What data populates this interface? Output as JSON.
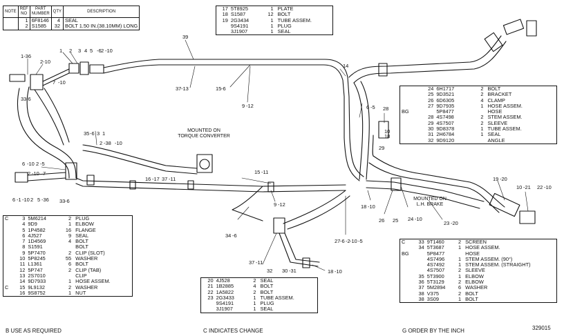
{
  "header_table": {
    "columns": [
      "NOTE",
      "REF NO",
      "PART NUMBER",
      "QTY",
      "DESCRIPTION"
    ],
    "rows": [
      {
        "note": "",
        "ref": "1",
        "part": "6F8146",
        "qty": "4",
        "desc": "SEAL"
      },
      {
        "note": "",
        "ref": "2",
        "part": "S1585",
        "qty": "32",
        "desc": "BOLT 1.50 IN.(38.10MM) LONG"
      }
    ]
  },
  "table_top_mid": [
    {
      "ref": "17",
      "part": "5T8925",
      "qty": "1",
      "desc": "PLATE"
    },
    {
      "ref": "18",
      "part": "S1587",
      "qty": "12",
      "desc": "BOLT"
    },
    {
      "ref": "19",
      "part": "2G3434",
      "qty": "1",
      "desc": "TUBE ASSEM."
    },
    {
      "ref": "",
      "part": "9S4191",
      "qty": "1",
      "desc": "PLUG"
    },
    {
      "ref": "",
      "part": "3J1907",
      "qty": "1",
      "desc": "SEAL"
    }
  ],
  "table_right_mid": [
    {
      "note": "",
      "ref": "24",
      "part": "6H1717",
      "qty": "2",
      "desc": "BOLT"
    },
    {
      "note": "",
      "ref": "25",
      "part": "9D3521",
      "qty": "2",
      "desc": "BRACKET"
    },
    {
      "note": "",
      "ref": "26",
      "part": "6D6305",
      "qty": "4",
      "desc": "CLAMP"
    },
    {
      "note": "",
      "ref": "27",
      "part": "9D7935",
      "qty": "1",
      "desc": "HOSE ASSEM."
    },
    {
      "note": "BG",
      "ref": "",
      "part": "5P8477",
      "qty": "",
      "desc": "HOSE"
    },
    {
      "note": "",
      "ref": "28",
      "part": "4S7498",
      "qty": "2",
      "desc": "STEM ASSEM."
    },
    {
      "note": "",
      "ref": "29",
      "part": "4S7507",
      "qty": "2",
      "desc": "SLEEVE"
    },
    {
      "note": "",
      "ref": "30",
      "part": "9D8378",
      "qty": "1",
      "desc": "TUBE ASSEM."
    },
    {
      "note": "",
      "ref": "31",
      "part": "2H6784",
      "qty": "1",
      "desc": "SEAL"
    },
    {
      "note": "",
      "ref": "32",
      "part": "9D9120",
      "qty": "",
      "desc": "ANGLE"
    }
  ],
  "table_left_bottom": [
    {
      "note": "C",
      "ref": "3",
      "part": "5M6214",
      "qty": "2",
      "desc": "PLUG"
    },
    {
      "note": "",
      "ref": "4",
      "part": "9D9",
      "qty": "1",
      "desc": "ELBOW"
    },
    {
      "note": "",
      "ref": "5",
      "part": "1P4582",
      "qty": "16",
      "desc": "FLANGE"
    },
    {
      "note": "",
      "ref": "6",
      "part": "4J527",
      "qty": "9",
      "desc": "SEAL"
    },
    {
      "note": "",
      "ref": "7",
      "part": "1D4569",
      "qty": "4",
      "desc": "BOLT"
    },
    {
      "note": "",
      "ref": "8",
      "part": "S1591",
      "qty": "",
      "desc": "BOLT"
    },
    {
      "note": "",
      "ref": "9",
      "part": "5P7470",
      "qty": "2",
      "desc": "CLIP (SLOT)"
    },
    {
      "note": "",
      "ref": "10",
      "part": "5P8245",
      "qty": "55",
      "desc": "WASHER"
    },
    {
      "note": "",
      "ref": "11",
      "part": "L1361",
      "qty": "6",
      "desc": "BOLT"
    },
    {
      "note": "",
      "ref": "12",
      "part": "5P747",
      "qty": "2",
      "desc": "CLIP (TAB)"
    },
    {
      "note": "",
      "ref": "13",
      "part": "2S7010",
      "qty": "",
      "desc": "CLIP"
    },
    {
      "note": "",
      "ref": "14",
      "part": "9D7933",
      "qty": "1",
      "desc": "HOSE ASSEM."
    },
    {
      "note": "C",
      "ref": "15",
      "part": "9L9132",
      "qty": "2",
      "desc": "WASHER"
    },
    {
      "note": "",
      "ref": "16",
      "part": "9S8752",
      "qty": "1",
      "desc": "NUT"
    }
  ],
  "table_bottom_mid": [
    {
      "ref": "20",
      "part": "4J528",
      "qty": "2",
      "desc": "SEAL"
    },
    {
      "ref": "21",
      "part": "1B2885",
      "qty": "4",
      "desc": "BOLT"
    },
    {
      "ref": "22",
      "part": "1A5822",
      "qty": "2",
      "desc": "BOLT"
    },
    {
      "ref": "23",
      "part": "2G3433",
      "qty": "1",
      "desc": "TUBE ASSEM."
    },
    {
      "ref": "",
      "part": "9S4191",
      "qty": "1",
      "desc": "PLUG"
    },
    {
      "ref": "",
      "part": "3J1907",
      "qty": "1",
      "desc": "SEAL"
    }
  ],
  "table_right_bottom": [
    {
      "note": "C",
      "ref": "33",
      "part": "9T1460",
      "qty": "2",
      "desc": "SCREEN"
    },
    {
      "note": "",
      "ref": "34",
      "part": "5T3687",
      "qty": "1",
      "desc": "HOSE ASSEM."
    },
    {
      "note": "BG",
      "ref": "",
      "part": "5P8477",
      "qty": "",
      "desc": "HOSE"
    },
    {
      "note": "",
      "ref": "",
      "part": "4S7496",
      "qty": "1",
      "desc": "STEM ASSEM. (90°)"
    },
    {
      "note": "",
      "ref": "",
      "part": "4S7492",
      "qty": "1",
      "desc": "STEM ASSEM. (STRAIGHT)"
    },
    {
      "note": "",
      "ref": "",
      "part": "4S7507",
      "qty": "2",
      "desc": "SLEEVE"
    },
    {
      "note": "",
      "ref": "35",
      "part": "5T3900",
      "qty": "1",
      "desc": "ELBOW"
    },
    {
      "note": "",
      "ref": "36",
      "part": "5T3129",
      "qty": "2",
      "desc": "ELBOW"
    },
    {
      "note": "",
      "ref": "37",
      "part": "5M2894",
      "qty": "6",
      "desc": "WASHER"
    },
    {
      "note": "",
      "ref": "38",
      "part": "V375",
      "qty": "2",
      "desc": "BOLT"
    },
    {
      "note": "",
      "ref": "38",
      "part": "3S09",
      "qty": "1",
      "desc": "BOLT"
    }
  ],
  "notes": {
    "mounted_converter": [
      "MOUNTED ON",
      "TORQUE CONVERTER"
    ],
    "mounted_brake": [
      "MOUNTED ON",
      "L.H. BRAKE"
    ]
  },
  "footer": {
    "b_note": "B   USE AS REQUIRED",
    "c_note": "C   INDICATES CHANGE",
    "g_note": "G   ORDER BY THE INCH",
    "fig_number": "329015"
  },
  "callouts": [
    "1-36",
    "2-10",
    "1",
    "2",
    "3",
    "4",
    "5",
    "-6",
    "2",
    "-10",
    "7",
    "-10",
    "33",
    "-6",
    "39",
    "37",
    "-13",
    "15",
    "-6",
    "9",
    "-12",
    "14",
    "6",
    "-5",
    "28",
    "10",
    "18",
    "29",
    "35",
    "-6",
    "3",
    "1",
    "2",
    "-38",
    "-10",
    "6",
    "-10",
    "2",
    "-5",
    "2",
    "-10",
    "7",
    "6",
    "-1",
    "-10",
    "2",
    "5",
    "-36",
    "33",
    "-6",
    "16",
    "-17",
    "37",
    "-11",
    "15",
    "-11",
    "9",
    "-12",
    "34",
    "-6",
    "18",
    "-10",
    "26",
    "25",
    "24",
    "-10",
    "23",
    "-20",
    "19",
    "-20",
    "10",
    "-21",
    "22",
    "-10",
    "27",
    "-6",
    "-2",
    "-10",
    "-5",
    "37",
    "-11",
    "32",
    "30",
    "-31",
    "18",
    "-10"
  ]
}
